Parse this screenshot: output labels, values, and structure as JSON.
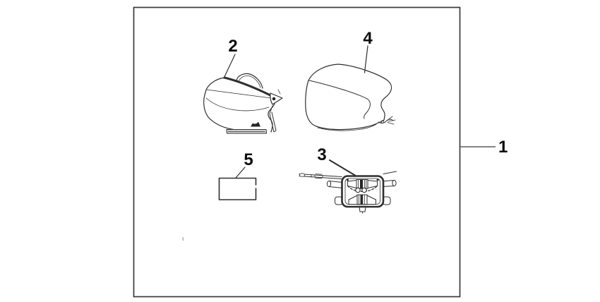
{
  "figure": {
    "kind": "accessory-parts-diagram",
    "background": "#ffffff",
    "frame_color": "#3a3a3a",
    "line_color": "#2f2f2f",
    "rail_fill": "#dcdcdc",
    "label_color": "#0d0d0d",
    "callouts": [
      {
        "part": "accessory-kit-frame",
        "number": "1"
      },
      {
        "part": "top-box-case",
        "number": "2"
      },
      {
        "part": "mounting-bracket",
        "number": "3"
      },
      {
        "part": "inner-soft-bag",
        "number": "4"
      },
      {
        "part": "blank-label",
        "number": "5"
      }
    ],
    "icons": [
      {
        "name": "honda-wing-logo"
      }
    ]
  }
}
